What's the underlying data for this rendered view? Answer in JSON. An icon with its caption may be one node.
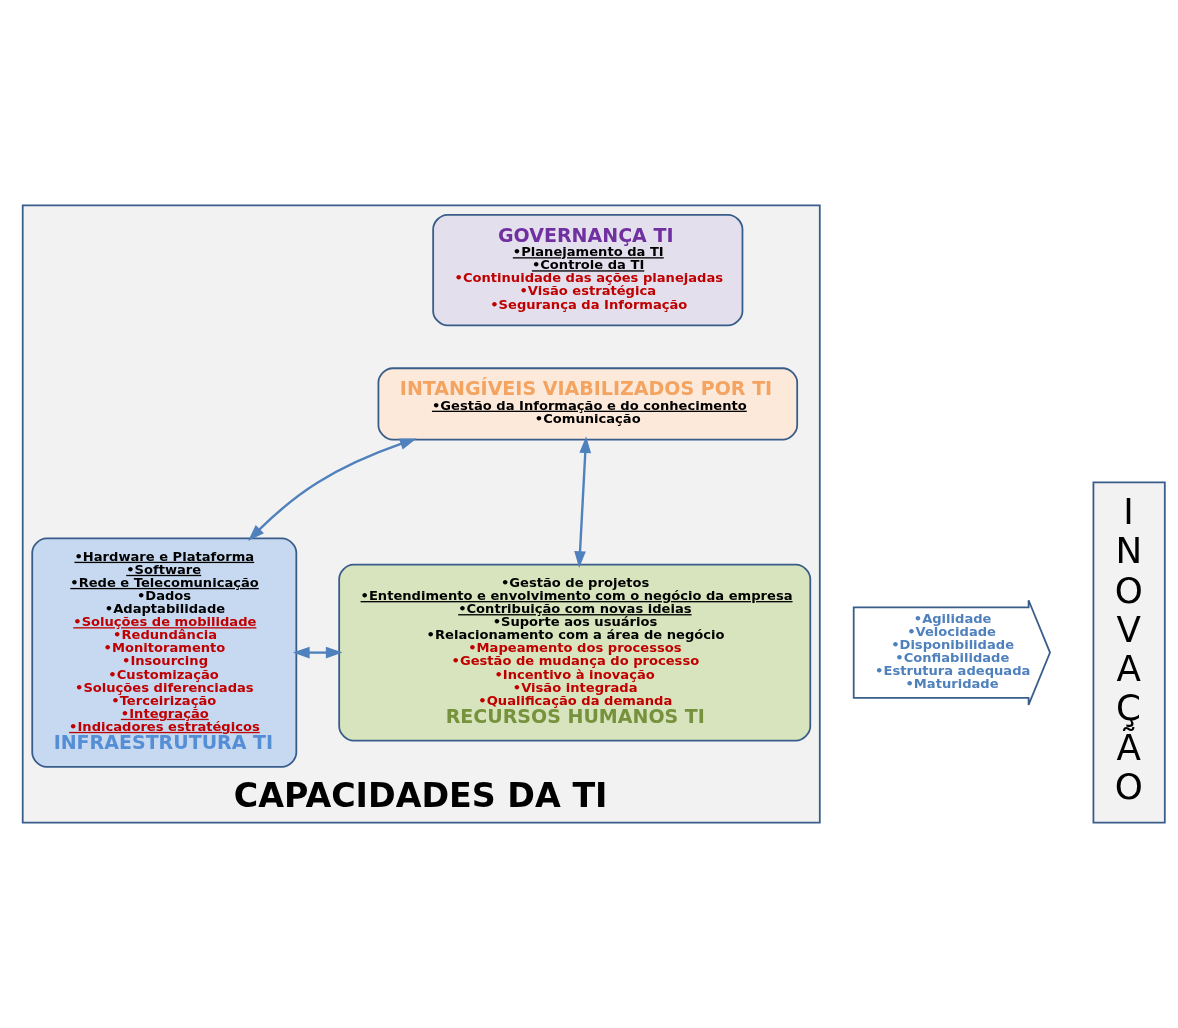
{
  "diagram": {
    "nodes": [
      {
        "text": [
          "CAPACIDADES DA TI"
        ]
      },
      {
        "text": [
          "GOVERNANÇA TI",
          "•Planejamento da TI",
          "•Controle da TI",
          "•Continuidade das ações planejadas",
          "•Visão estratégica",
          "•Segurança da Informação"
        ],
        "in": 0
      },
      {
        "text": [
          "INTANGÍVEIS VIABILIZADOS POR TI",
          "•Gestão da Informação e do conhecimento",
          "•Comunicação"
        ],
        "in": 0
      },
      {
        "text": [
          "•Hardware e Plataforma",
          "•Software",
          "•Rede e Telecomunicação",
          "•Dados",
          "•Adaptabilidade",
          "•Soluções de mobilidade",
          "•Redundância",
          "•Monitoramento",
          "•Insourcing",
          "•Customização",
          "•Soluções diferenciadas",
          "•Terceirização",
          "•Integração",
          "•Indicadores estratégicos",
          "INFRAESTRUTURA TI"
        ],
        "in": 0
      },
      {
        "text": [
          "•Gestão de projetos",
          "•Entendimento e envolvimento com o negócio da empresa",
          "•Contribuição com novas ideias",
          "•Suporte aos usuários",
          "•Relacionamento com a área de negócio",
          "•Mapeamento dos processos",
          "•Gestão de mudança do processo",
          "•Incentivo à inovação",
          "•Visão integrada",
          "•Qualificação da demanda",
          "RECURSOS HUMANOS TI"
        ],
        "in": 0
      },
      {
        "text": [
          "•Agilidade",
          "•Velocidade",
          "•Disponibilidade",
          "•Confiabilidade",
          "•Estrutura adequada",
          "•Maturidade"
        ]
      },
      {
        "text": [
          "INOVAÇÃO"
        ]
      }
    ],
    "edges": [
      {
        "from": 2,
        "to": 3,
        "arrow": "both"
      },
      {
        "from": 2,
        "to": 4,
        "arrow": "both"
      },
      {
        "from": 3,
        "to": 4,
        "arrow": "both"
      }
    ]
  }
}
